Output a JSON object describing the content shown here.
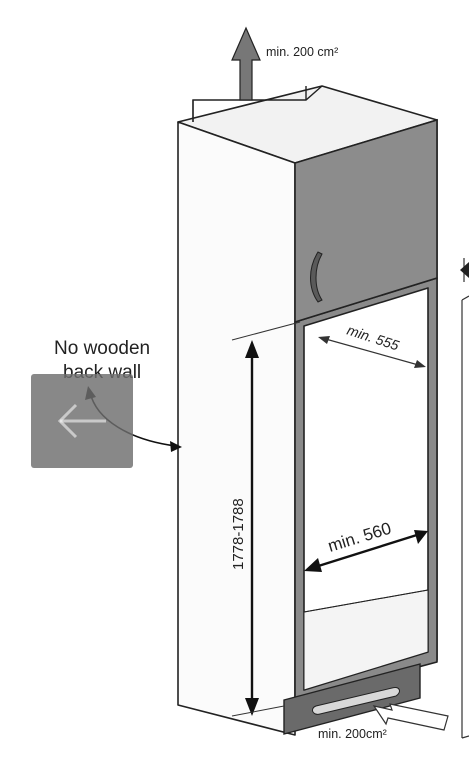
{
  "labels": {
    "vent_top": "min. 200 cm²",
    "vent_bottom": "min. 200cm²",
    "no_wooden_line1": "No wooden",
    "no_wooden_line2": "back wall",
    "height": "1778-1788",
    "depth": "min. 555",
    "width": "min. 560"
  },
  "nav": {
    "prev_icon": "arrow-left-icon"
  },
  "colors": {
    "outline": "#222222",
    "door_fill": "#8c8c8c",
    "trim_fill": "#7a7a7a",
    "vent_arrow": "#777777",
    "overlay": "#6e6e6e"
  }
}
